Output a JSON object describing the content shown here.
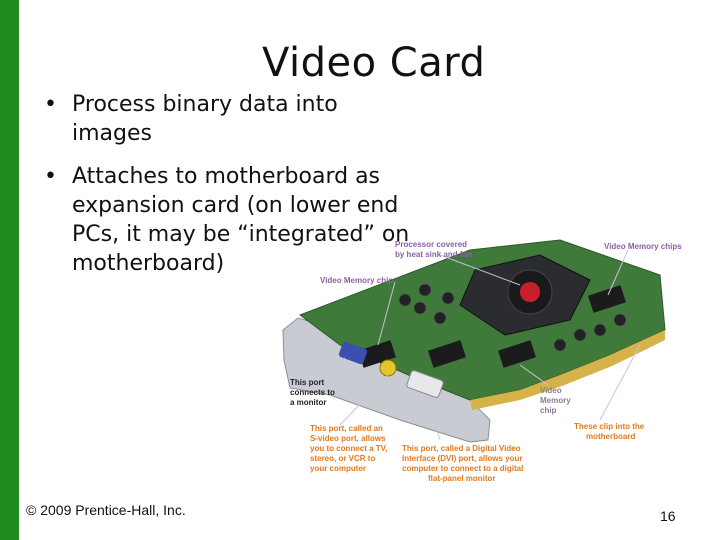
{
  "slide": {
    "title": "Video Card",
    "bullets": [
      "Process binary data into images",
      "Attaches to motherboard as expansion card (on lower end PCs, it may be “integrated” on motherboard)"
    ],
    "footer": "© 2009 Prentice-Hall, Inc.",
    "page_number": "16"
  },
  "figure": {
    "callouts": {
      "processor_line1": "Processor covered",
      "processor_line2": "by heat sink and fan",
      "video_memory_chips": "Video Memory chips",
      "video_memory_chip": "Video Memory chip",
      "monitor_port_1": "This port",
      "monitor_port_2": "connects to",
      "monitor_port_3": "a monitor",
      "video_memory_chip2_1": "Video",
      "video_memory_chip2_2": "Memory",
      "video_memory_chip2_3": "chip",
      "clip_1": "These clip into the",
      "clip_2": "motherboard",
      "svideo_1": "This port, called an",
      "svideo_2": "S-video port, allows",
      "svideo_3": "you to connect a TV,",
      "svideo_4": "stereo, or VCR to",
      "svideo_5": "your computer",
      "dvi_1": "This port, called a Digital Video",
      "dvi_2": "Interface (DVI) port, allows your",
      "dvi_3": "computer to connect to a digital",
      "dvi_4": "flat-panel monitor"
    },
    "colors": {
      "accent_bar": "#1e8c1e",
      "board": "#3f7a3a",
      "heatsink_fan": "#c8202a",
      "purple_callout": "#8d5fa8",
      "orange_callout": "#e07a1f"
    }
  }
}
